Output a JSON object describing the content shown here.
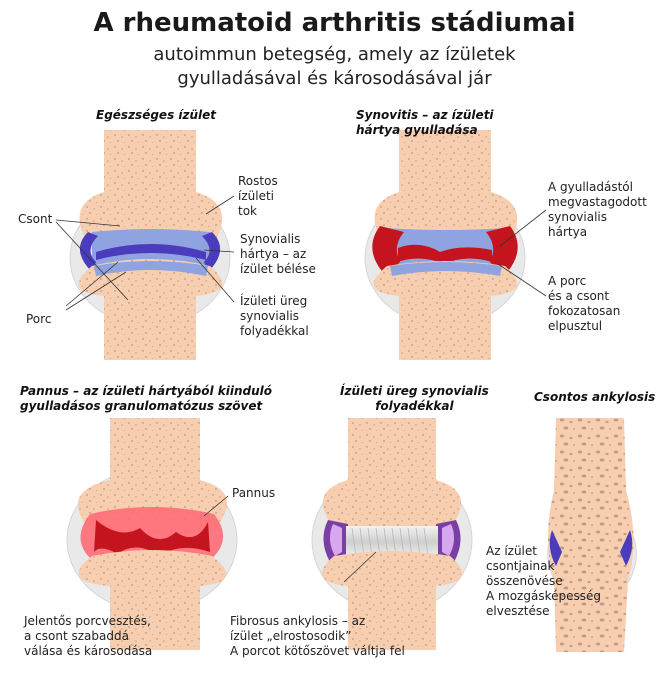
{
  "header": {
    "title": "A rheumatoid arthritis stádiumai",
    "subtitle_line1": "autoimmun betegség, amely az ízületek",
    "subtitle_line2": "gyulladásával és károsodásával jár"
  },
  "panels": {
    "healthy": {
      "title": "Egészséges ízület",
      "labels": {
        "capsule": [
          "Rostos",
          "ízületi",
          "tok"
        ],
        "bone": "Csont",
        "synovium": [
          "Synovialis",
          "hártya – az",
          "ízület bélése"
        ],
        "cartilage": "Porc",
        "cavity": [
          "Ízületi üreg",
          "synovialis",
          "folyadékkal"
        ]
      }
    },
    "synovitis": {
      "title_line1": "Synovitis – az ízületi",
      "title_line2": "hártya gyulladása",
      "labels": {
        "thickened": [
          "A gyulladástól",
          "megvastagodott",
          "synovialis",
          "hártya"
        ],
        "destroyed": [
          "A porc",
          "és a csont",
          "fokozatosan",
          "elpusztul"
        ]
      }
    },
    "pannus": {
      "title_line1": "Pannus – az ízületi hártyából kiinduló",
      "title_line2": "gyulladásos granulomatózus szövet",
      "labels": {
        "pannus": "Pannus",
        "loss": [
          "Jelentős porcvesztés,",
          "a csont szabaddá",
          "válása és károsodása"
        ]
      }
    },
    "fibrous": {
      "title_line1": "Ízületi üreg synovialis",
      "title_line2": "folyadékkal",
      "labels": {
        "ankylosis": [
          "Fibrosus ankylosis – az",
          "ízület „elrostosodik”",
          "A porcot kötőszövet váltja fel"
        ]
      }
    },
    "bony": {
      "title": "Csontos ankylosis",
      "labels": {
        "fusion": [
          "Az ízület",
          "csontjainak",
          "összenövése",
          "A mozgásképesség",
          "elvesztése"
        ]
      }
    }
  },
  "colors": {
    "bone": "#f7cfb0",
    "bone_pore": "#a88a78",
    "capsule": "#e6e6e6",
    "synovium": "#4b3bbd",
    "cartilage": "#8fa3e0",
    "inflamed": "#c4141d",
    "pannus_glow": "#ff6b78",
    "purple_accent": "#9b59c6",
    "fibrous": "#d9d9d9"
  }
}
